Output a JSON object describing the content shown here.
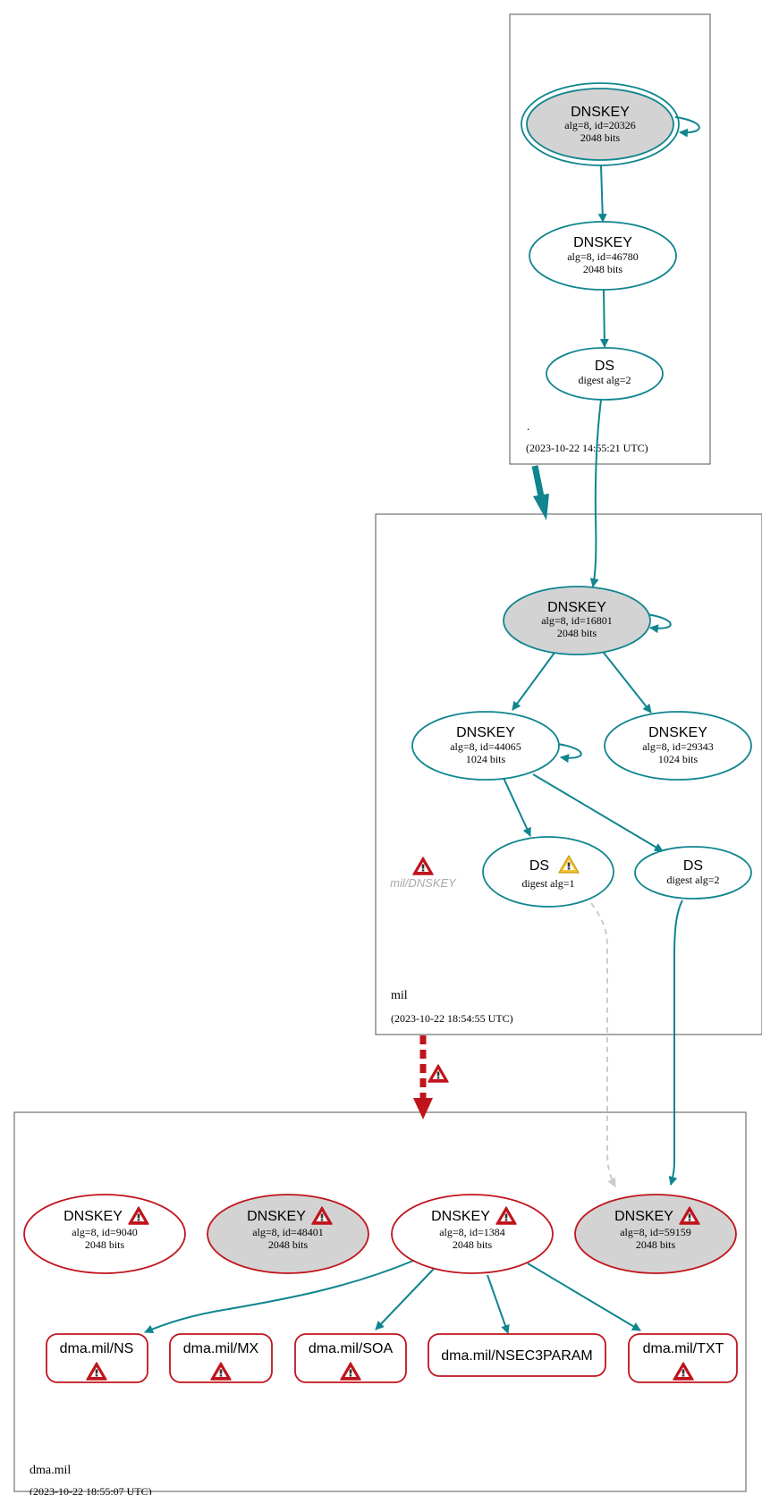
{
  "colors": {
    "teal": "#10858f",
    "red": "#c0141c",
    "gray_fill": "#d3d3d3",
    "zone_border": "#555555",
    "dashed_gray": "#cccccc",
    "warning_yellow": "#f4c430"
  },
  "zones": {
    "root": {
      "name": ".",
      "timestamp": "(2023-10-22 14:55:21 UTC)"
    },
    "mil": {
      "name": "mil",
      "timestamp": "(2023-10-22 18:54:55 UTC)",
      "error_label": "mil/DNSKEY"
    },
    "dma": {
      "name": "dma.mil",
      "timestamp": "(2023-10-22 18:55:07 UTC)"
    }
  },
  "nodes": {
    "root_ksk": {
      "title": "DNSKEY",
      "line1": "alg=8, id=20326",
      "line2": "2048 bits"
    },
    "root_zsk": {
      "title": "DNSKEY",
      "line1": "alg=8, id=46780",
      "line2": "2048 bits"
    },
    "root_ds": {
      "title": "DS",
      "line1": "digest alg=2"
    },
    "mil_ksk": {
      "title": "DNSKEY",
      "line1": "alg=8, id=16801",
      "line2": "2048 bits"
    },
    "mil_zsk1": {
      "title": "DNSKEY",
      "line1": "alg=8, id=44065",
      "line2": "1024 bits"
    },
    "mil_zsk2": {
      "title": "DNSKEY",
      "line1": "alg=8, id=29343",
      "line2": "1024 bits"
    },
    "mil_ds1": {
      "title": "DS",
      "line1": "digest alg=1"
    },
    "mil_ds2": {
      "title": "DS",
      "line1": "digest alg=2"
    },
    "dma_key1": {
      "title": "DNSKEY",
      "line1": "alg=8, id=9040",
      "line2": "2048 bits"
    },
    "dma_key2": {
      "title": "DNSKEY",
      "line1": "alg=8, id=48401",
      "line2": "2048 bits"
    },
    "dma_key3": {
      "title": "DNSKEY",
      "line1": "alg=8, id=1384",
      "line2": "2048 bits"
    },
    "dma_key4": {
      "title": "DNSKEY",
      "line1": "alg=8, id=59159",
      "line2": "2048 bits"
    }
  },
  "rrsets": {
    "ns": "dma.mil/NS",
    "mx": "dma.mil/MX",
    "soa": "dma.mil/SOA",
    "nsec3param": "dma.mil/NSEC3PARAM",
    "txt": "dma.mil/TXT"
  }
}
